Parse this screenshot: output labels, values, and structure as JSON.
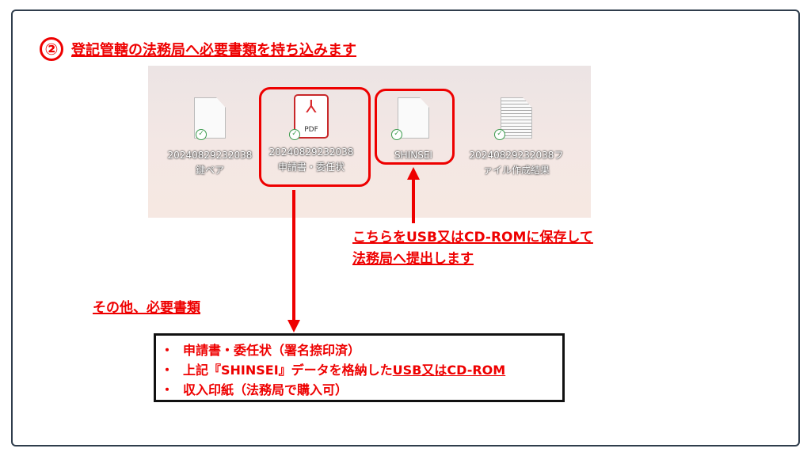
{
  "step": {
    "number": "②",
    "title": "登記管轄の法務局へ必要書類を持ち込みます"
  },
  "files": [
    {
      "name_line1": "20240829232038",
      "name_line2": "鍵ペア",
      "icon": "blank-file-icon"
    },
    {
      "name_line1": "20240829232038",
      "name_line2": "申請書・委任状",
      "icon": "pdf-file-icon",
      "icon_text": "PDF"
    },
    {
      "name_line1": "SHINSEI",
      "name_line2": "",
      "icon": "blank-file-icon"
    },
    {
      "name_line1": "20240829232038フ",
      "name_line2": "ァイル作成結果",
      "icon": "text-file-icon"
    }
  ],
  "usb_note": {
    "line1": "こちらをUSB又はCD-ROMに保存して",
    "line2": "法務局へ提出します"
  },
  "other_heading": "その他、必要書類",
  "list": {
    "bullet": "・",
    "items": [
      "申請書・委任状（署名捺印済）",
      "上記『SHINSEI』データを格納した",
      "収入印紙（法務局で購入可）"
    ],
    "item2_suffix": "USB又はCD-ROM"
  },
  "colors": {
    "accent": "#ee0000",
    "sync_check": "#3a9a4c"
  }
}
